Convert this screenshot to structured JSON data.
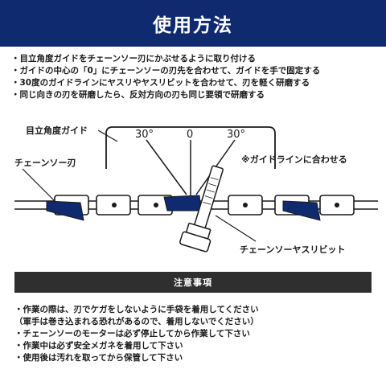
{
  "header": {
    "title": "使用方法"
  },
  "steps": [
    "・目立角度ガイドをチェーンソー刃にかぶせるように取り付ける",
    "・ガイドの中心の「0」にチェーンソーの刃先を合わせて、ガイドを手で固定する",
    "・30度のガイドラインにヤスリやヤスリビットを合わせて、刃を軽く研磨する",
    "・同じ向きの刃を研磨したら、反対方向の刃も同じ要領で研磨する"
  ],
  "diagram": {
    "guide_label": "目立角度ガイド",
    "blade_label": "チェーンソー刃",
    "bit_label": "チェーンソーヤスリビット",
    "guideline_note": "※ガイドラインに合わせる",
    "angle_left": "30°",
    "angle_center": "0",
    "angle_right": "30°"
  },
  "notice": {
    "title": "注意事項",
    "items": [
      "・作業の際は、刃でケガをしないように手袋を着用してください",
      "（軍手は巻き込まれる恐れがあるので、着用しないでください）",
      "・チェーンソーのモーターは必ず停止してから作業して下さい",
      "・作業中は必ず安全メガネを着用して下さい",
      "・使用後は汚れを取ってから保管して下さい"
    ]
  },
  "colors": {
    "header_bg": "#0f2a6e",
    "notice_bg": "#2f2f2f",
    "ink": "#1a1a1a"
  }
}
